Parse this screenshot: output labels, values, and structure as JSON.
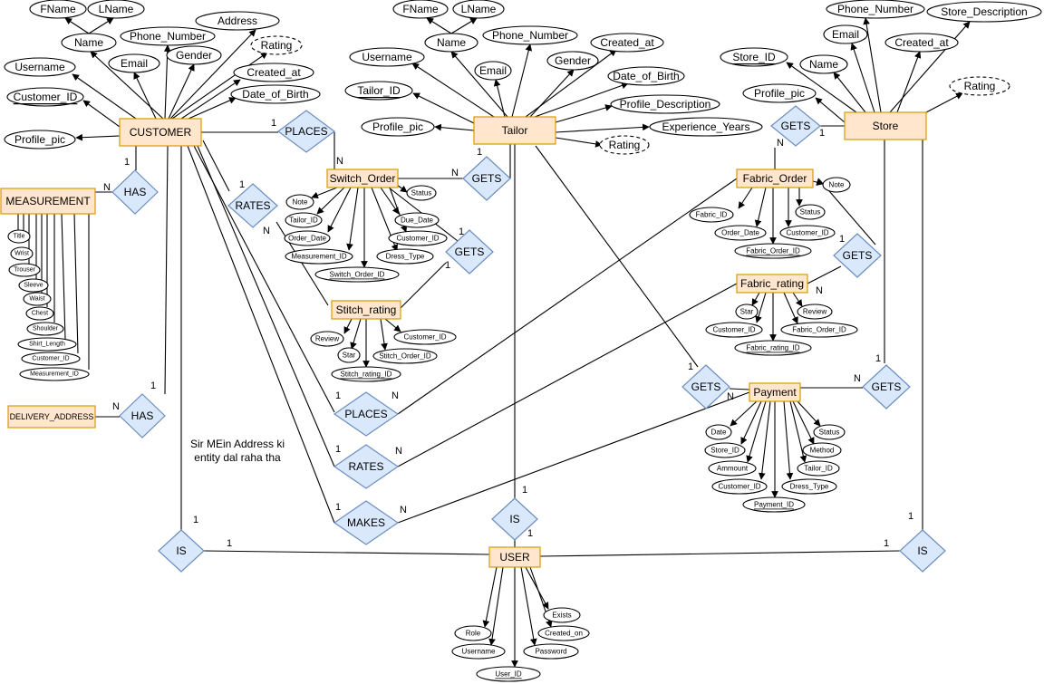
{
  "note": "Sir MEin Address ki entity dal raha tha",
  "entities": {
    "customer": "CUSTOMER",
    "tailor": "Tailor",
    "store": "Store",
    "measurement": "MEASUREMENT",
    "delivery_address": "DELIVERY_ADDRESS",
    "switch_order": "Switch_Order",
    "stitch_rating": "Stitch_rating",
    "fabric_order": "Fabric_Order",
    "fabric_rating": "Fabric_rating",
    "payment": "Payment",
    "user": "USER"
  },
  "relationships": {
    "places": "PLACES",
    "gets": "GETS",
    "rates": "RATES",
    "has": "HAS",
    "is": "IS",
    "makes": "MAKES"
  },
  "customer_attrs": [
    "FName",
    "LName",
    "Name",
    "Phone_Number",
    "Address",
    "Rating",
    "Gender",
    "Email",
    "Username",
    "Created_at",
    "Customer_ID",
    "Date_of_Birth",
    "Profile_pic"
  ],
  "tailor_attrs": [
    "FName",
    "LName",
    "Name",
    "Phone_Number",
    "Created_at",
    "Username",
    "Email",
    "Gender",
    "Date_of_Birth",
    "Tailor_ID",
    "Profile_Description",
    "Profile_pic",
    "Experience_Years",
    "Rating"
  ],
  "store_attrs": [
    "Phone_Number",
    "Store_Description",
    "Email",
    "Created_at",
    "Store_ID",
    "Name",
    "Rating",
    "Profile_pic"
  ],
  "measurement_attrs": [
    "Title",
    "Wrist",
    "Trouser",
    "Sleeve",
    "Waist",
    "Chest",
    "Shoulder",
    "Shirt_Length",
    "Customer_ID",
    "Measurement_ID"
  ],
  "switch_order_attrs": [
    "Note",
    "Status",
    "Tailor_ID",
    "Due_Date",
    "Order_Date",
    "Customer_ID",
    "Measurement_ID",
    "Dress_Type",
    "Switch_Order_ID"
  ],
  "stitch_rating_attrs": [
    "Review",
    "Customer_ID",
    "Star",
    "Stitch_Order_ID",
    "Stitch_rating_ID"
  ],
  "fabric_order_attrs": [
    "Note",
    "Status",
    "Fabric_ID",
    "Order_Date",
    "Customer_ID",
    "Fabric_Order_ID"
  ],
  "fabric_rating_attrs": [
    "Star",
    "Review",
    "Customer_ID",
    "Fabric_Order_ID",
    "Fabric_rating_ID"
  ],
  "payment_attrs": [
    "Date",
    "Status",
    "Store_ID",
    "Method",
    "Ammount",
    "Tailor_ID",
    "Customer_ID",
    "Dress_Type",
    "Payment_ID"
  ],
  "user_attrs": [
    "Exists",
    "Role",
    "Created_on",
    "Username",
    "Password",
    "User_ID"
  ],
  "cardinalities": {
    "one": "1",
    "many": "N"
  }
}
